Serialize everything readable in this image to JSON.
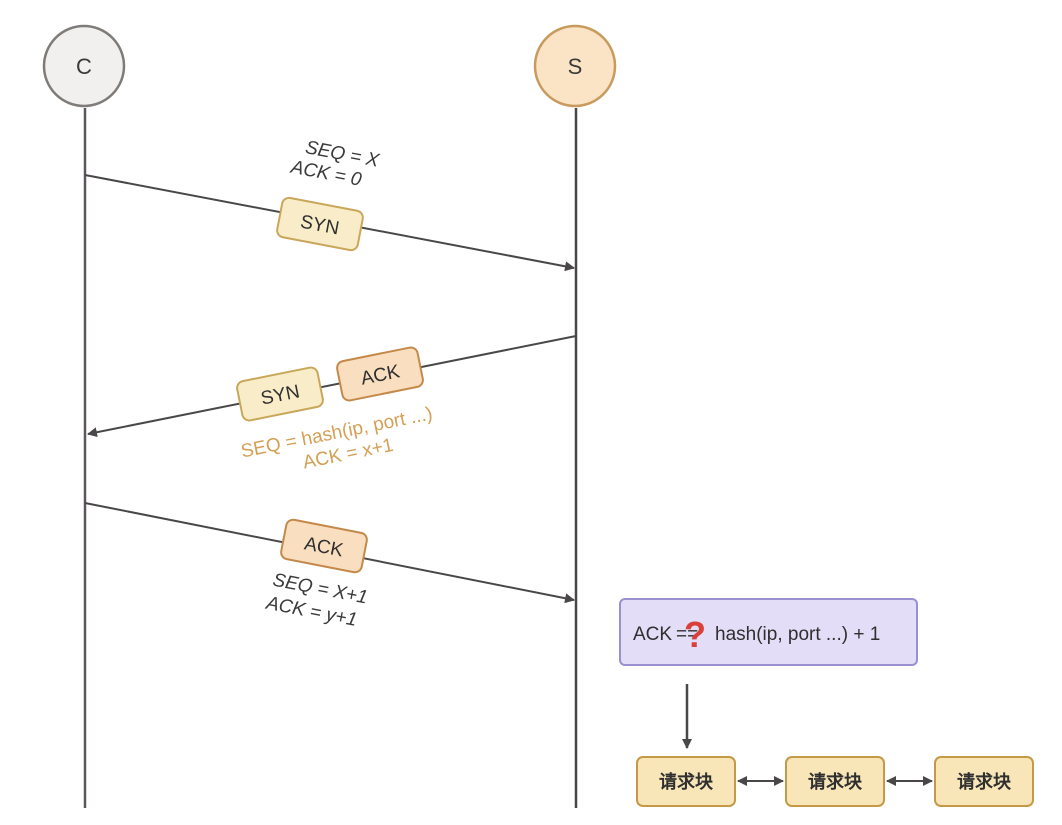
{
  "participants": {
    "client": {
      "label": "C",
      "fill": "#f1f0ee",
      "stroke": "#7e7b78"
    },
    "server": {
      "label": "S",
      "fill": "#fbe3c6",
      "stroke": "#c89a5e"
    }
  },
  "messages": [
    {
      "id": "syn",
      "direction": "client-to-server",
      "packets": [
        "SYN"
      ],
      "annotation": [
        "SEQ = X",
        "ACK = 0"
      ],
      "annotation_color": "#3a3a3a"
    },
    {
      "id": "syn-ack",
      "direction": "server-to-client",
      "packets": [
        "SYN",
        "ACK"
      ],
      "annotation": [
        "SEQ = hash(ip, port ...)",
        "ACK = x+1"
      ],
      "annotation_color": "#d5a055"
    },
    {
      "id": "ack",
      "direction": "client-to-server",
      "packets": [
        "ACK"
      ],
      "annotation": [
        "SEQ = X+1",
        "ACK = y+1"
      ],
      "annotation_color": "#3a3a3a"
    }
  ],
  "check_box": {
    "left": "ACK",
    "operator": "==",
    "question_mark": "?",
    "right": "hash(ip, port ...) + 1",
    "fill": "#e3ddf7",
    "stroke": "#9a8fd0",
    "question_color": "#d9403a"
  },
  "request_blocks": [
    "请求块",
    "请求块",
    "请求块"
  ],
  "colors": {
    "line": "#4a4748",
    "packet_syn_fill": "#f8edc8",
    "packet_syn_stroke": "#c9a75a",
    "packet_ack_fill": "#f9dfc0",
    "packet_ack_stroke": "#c4894a",
    "block_fill": "#f8e6b8",
    "block_stroke": "#c49a48",
    "text": "#2f2f2f"
  }
}
